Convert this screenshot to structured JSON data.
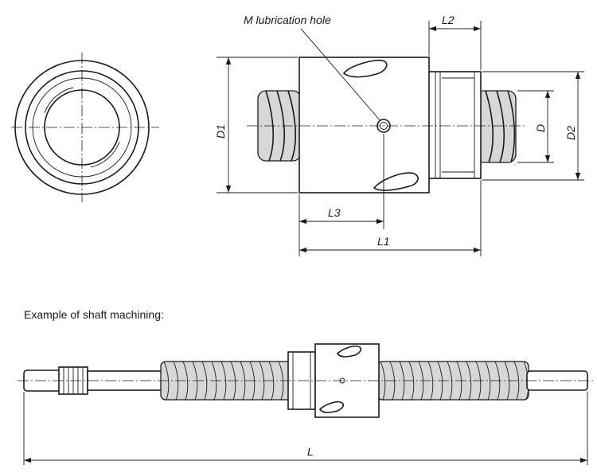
{
  "labels": {
    "lubrication_hole": "M lubrication hole",
    "l1": "L1",
    "l2": "L2",
    "l3": "L3",
    "d": "D",
    "d1": "D1",
    "d2": "D2",
    "l": "L"
  },
  "caption": "Example of shaft machining:"
}
